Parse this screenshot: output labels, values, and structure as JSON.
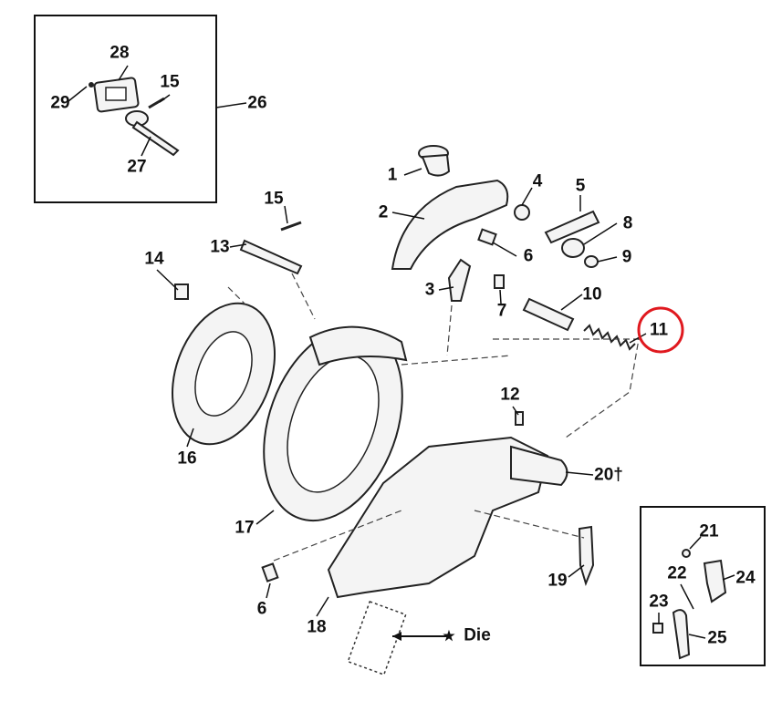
{
  "labels": {
    "p1": "1",
    "p2": "2",
    "p3": "3",
    "p4": "4",
    "p5": "5",
    "p6a": "6",
    "p6b": "6",
    "p7": "7",
    "p8": "8",
    "p9": "9",
    "p10": "10",
    "p11": "11",
    "p12": "12",
    "p13": "13",
    "p14": "14",
    "p15a": "15",
    "p15b": "15",
    "p16": "16",
    "p17": "17",
    "p18": "18",
    "p19": "19",
    "p20": "20†",
    "p21": "21",
    "p22": "22",
    "p23": "23",
    "p24": "24",
    "p25": "25",
    "p26": "26",
    "p27": "27",
    "p28": "28",
    "p29": "29",
    "die": "Die",
    "die_star": "★"
  },
  "highlight": {
    "part": "11",
    "color": "#e0191f"
  }
}
